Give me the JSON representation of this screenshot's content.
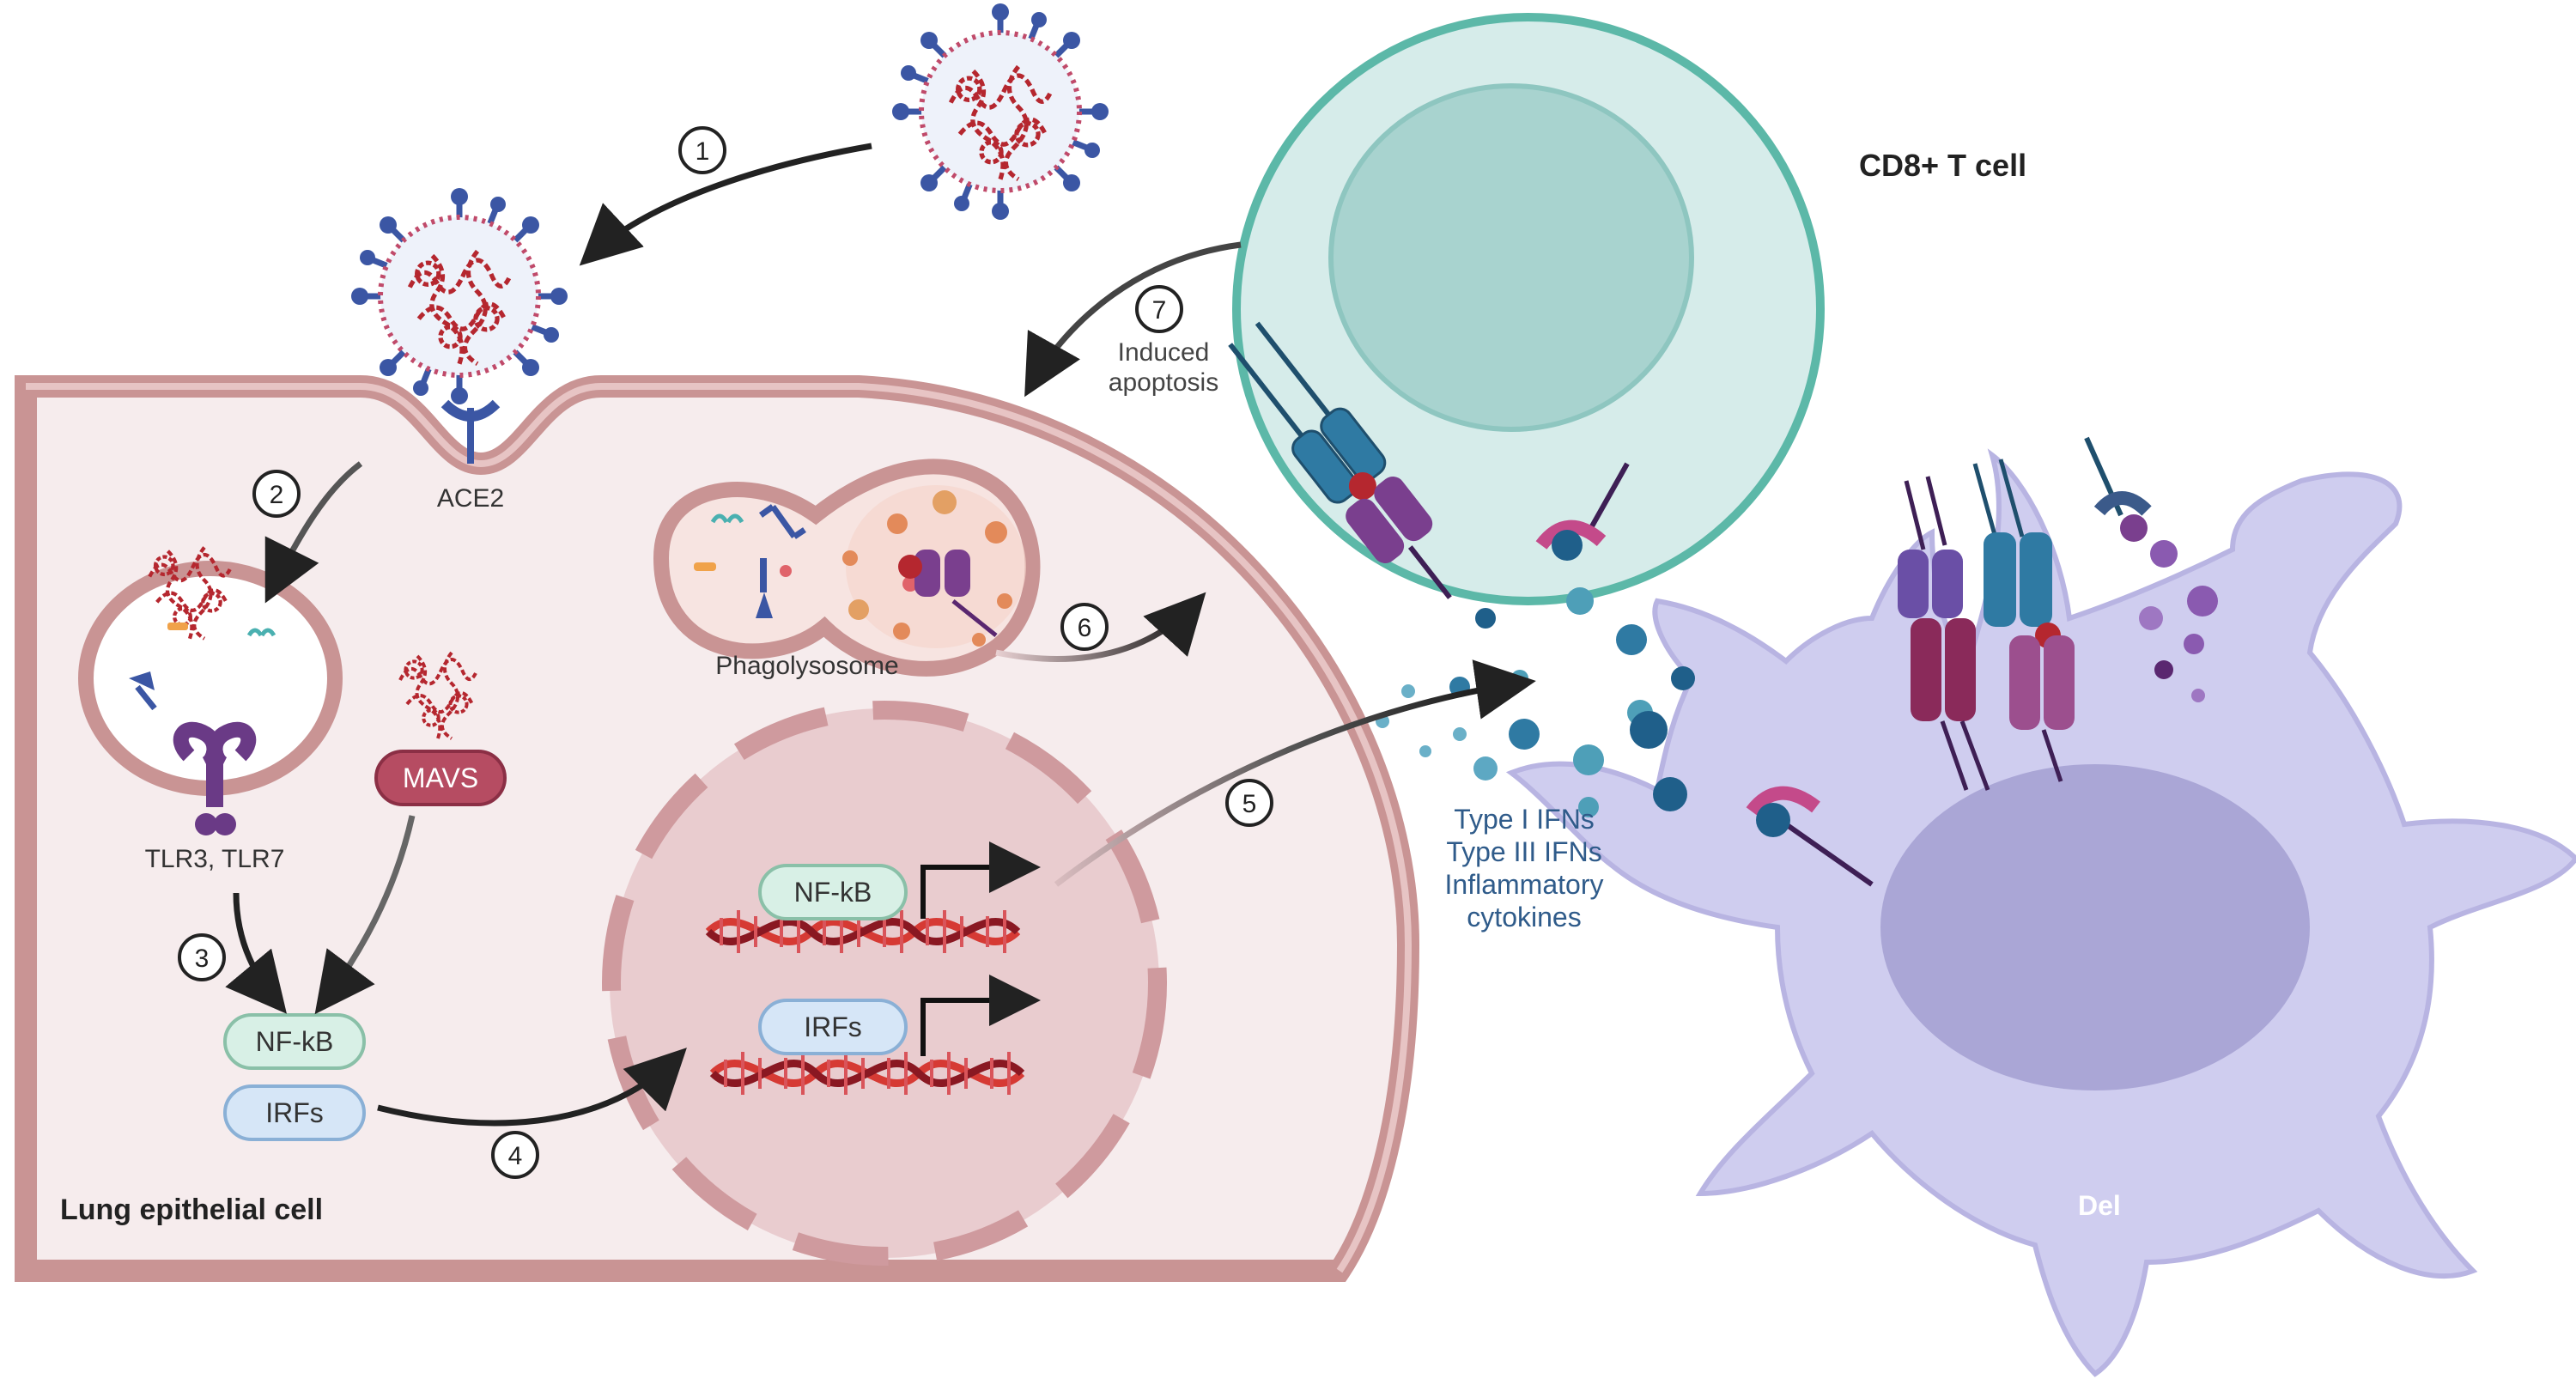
{
  "labels": {
    "cd8_t_cell": "CD8+ T cell",
    "lung_epithelial_cell": "Lung epithelial cell",
    "ace2": "ACE2",
    "tlr": "TLR3, TLR7",
    "mavs": "MAVS",
    "nfkb": "NF-kB",
    "irfs": "IRFs",
    "phagolysosome": "Phagolysosome",
    "induced_apoptosis_line1": "Induced",
    "induced_apoptosis_line2": "apoptosis",
    "ifn_line1": "Type I IFNs",
    "ifn_line2": "Type III IFNs",
    "ifn_line3": "Inflammatory",
    "ifn_line4": "cytokines",
    "dendritic_cell_partial": "Del"
  },
  "steps": [
    "1",
    "2",
    "3",
    "4",
    "5",
    "6",
    "7"
  ],
  "colors": {
    "membrane": "#c99494",
    "cytoplasm": "#f6eced",
    "nucleus": "#e9cccf",
    "t_cell_outline": "#5cb8a8",
    "t_cell_fill": "#d6ecea",
    "t_cell_nucleus": "#a8d3cf",
    "dendritic": "#cfcdef",
    "dendritic_nucleus": "#aaa6d6",
    "virus_red": "#b5272f",
    "spike_blue": "#3b56a4",
    "factor_green": "#d8f0e6",
    "factor_blue": "#d6e6f7",
    "mavs": "#b64c62",
    "cytokine_text": "#2f5b8a"
  }
}
